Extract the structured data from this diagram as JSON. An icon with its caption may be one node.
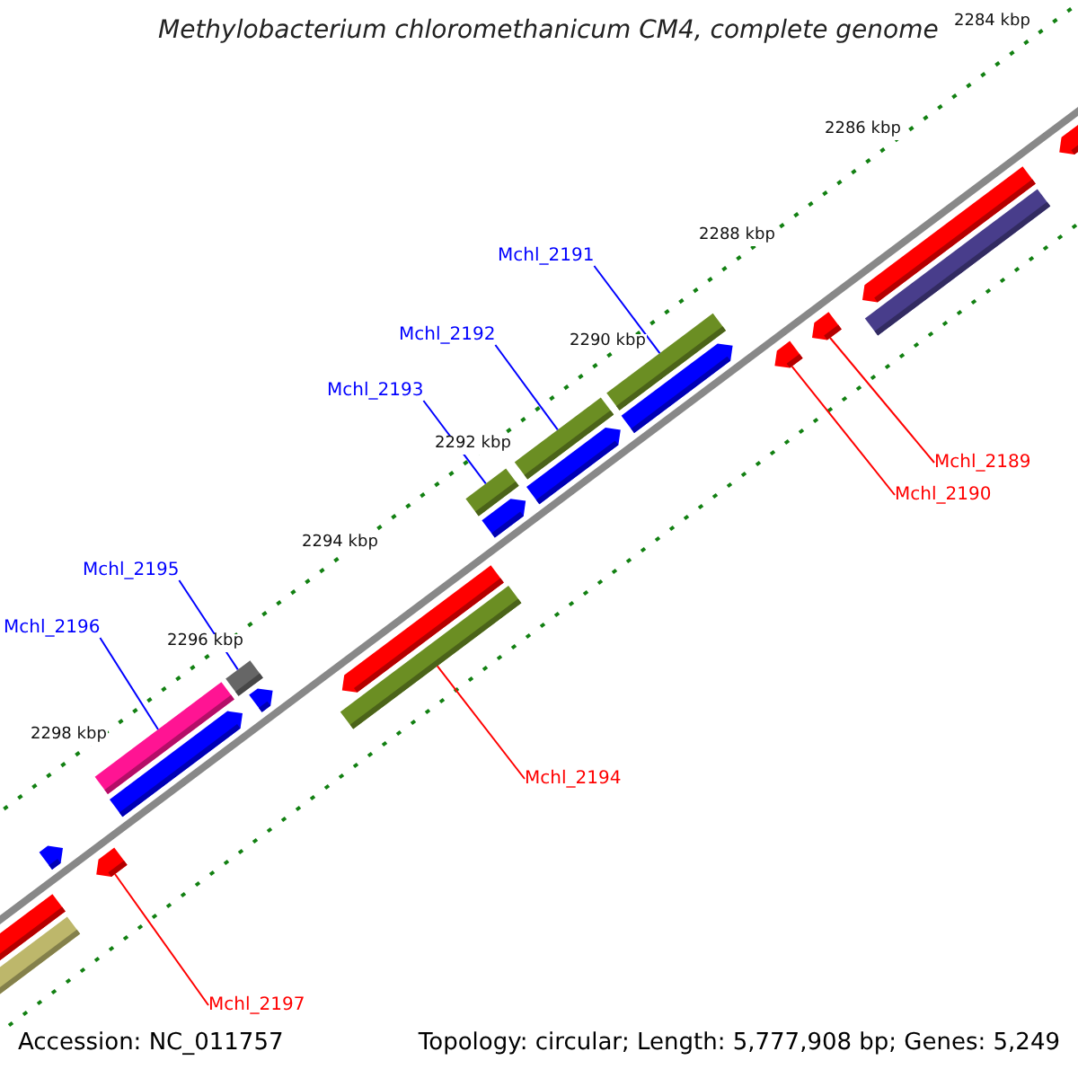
{
  "diagram": {
    "title": "Methylobacterium chloromethanicum CM4, complete genome",
    "nodes": [
      {
        "text": [
          "Mchl_2191"
        ]
      },
      {
        "text": [
          "Mchl_2192"
        ]
      },
      {
        "text": [
          "Mchl_2193"
        ]
      },
      {
        "text": [
          "Mchl_2195"
        ]
      },
      {
        "text": [
          "Mchl_2196"
        ]
      },
      {
        "text": [
          "Mchl_2189"
        ]
      },
      {
        "text": [
          "Mchl_2190"
        ]
      },
      {
        "text": [
          "Mchl_2194"
        ]
      },
      {
        "text": [
          "Mchl_2197"
        ]
      },
      {
        "text": [],
        "shape": "bar"
      },
      {
        "text": [],
        "shape": "bar"
      },
      {
        "text": [],
        "shape": "bar"
      },
      {
        "text": [],
        "shape": "bar"
      },
      {
        "text": [],
        "shape": "bar"
      },
      {
        "text": [],
        "shape": "bar"
      },
      {
        "text": [],
        "shape": "bar"
      },
      {
        "text": [],
        "shape": "bar"
      },
      {
        "text": [],
        "shape": "bar"
      }
    ],
    "edges": [
      {
        "from": 0,
        "to": 9,
        "arrow": "none"
      },
      {
        "from": 1,
        "to": 10,
        "arrow": "none"
      },
      {
        "from": 2,
        "to": 11,
        "arrow": "none"
      },
      {
        "from": 3,
        "to": 12,
        "arrow": "none"
      },
      {
        "from": 4,
        "to": 13,
        "arrow": "none"
      },
      {
        "from": 5,
        "to": 14,
        "arrow": "none",
        "color": "#ff0000"
      },
      {
        "from": 6,
        "to": 15,
        "arrow": "none",
        "color": "#ff0000"
      },
      {
        "from": 7,
        "to": 16,
        "arrow": "none",
        "color": "#ff0000"
      },
      {
        "from": 8,
        "to": 17,
        "arrow": "none",
        "color": "#ff0000"
      }
    ],
    "labels": [
      "2284 kbp",
      "2286 kbp",
      "2288 kbp",
      "2290 kbp",
      "2292 kbp",
      "2294 kbp",
      "2296 kbp",
      "2298 kbp",
      "Accession: NC_011757",
      "Topology: circular; Length: 5,777,908 bp; Genes: 5,249"
    ]
  }
}
